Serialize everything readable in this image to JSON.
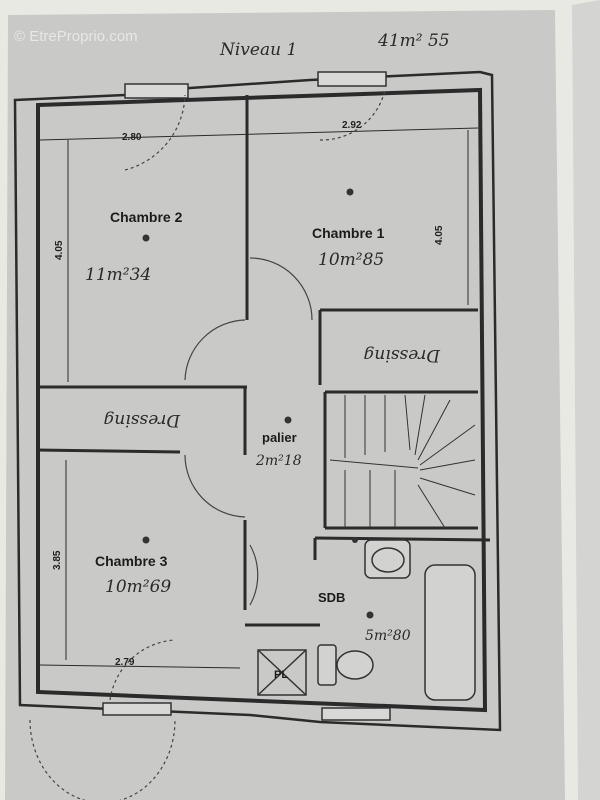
{
  "watermark": "© EtreProprio.com",
  "header": {
    "level": "Niveau 1",
    "total_area": "41m² 55"
  },
  "rooms": {
    "chambre2": {
      "name": "Chambre 2",
      "area": "11m²34",
      "width": "2.80",
      "depth": "4.05"
    },
    "chambre1": {
      "name": "Chambre 1",
      "area": "10m²85",
      "width": "2.92",
      "depth": "4.05"
    },
    "dressing_right": {
      "name": "Dressing"
    },
    "dressing_left": {
      "name": "Dressing"
    },
    "palier": {
      "name": "palier",
      "area": "2m²18"
    },
    "chambre3": {
      "name": "Chambre 3",
      "area": "10m²69",
      "width": "2.79",
      "depth": "3.85"
    },
    "sdb": {
      "name": "SDB",
      "area": "5m²80"
    },
    "placard": {
      "name": "PL"
    }
  },
  "colors": {
    "paper": "#c8c8c6",
    "wall": "#2b2b2b",
    "background": "#e9e9e4"
  }
}
